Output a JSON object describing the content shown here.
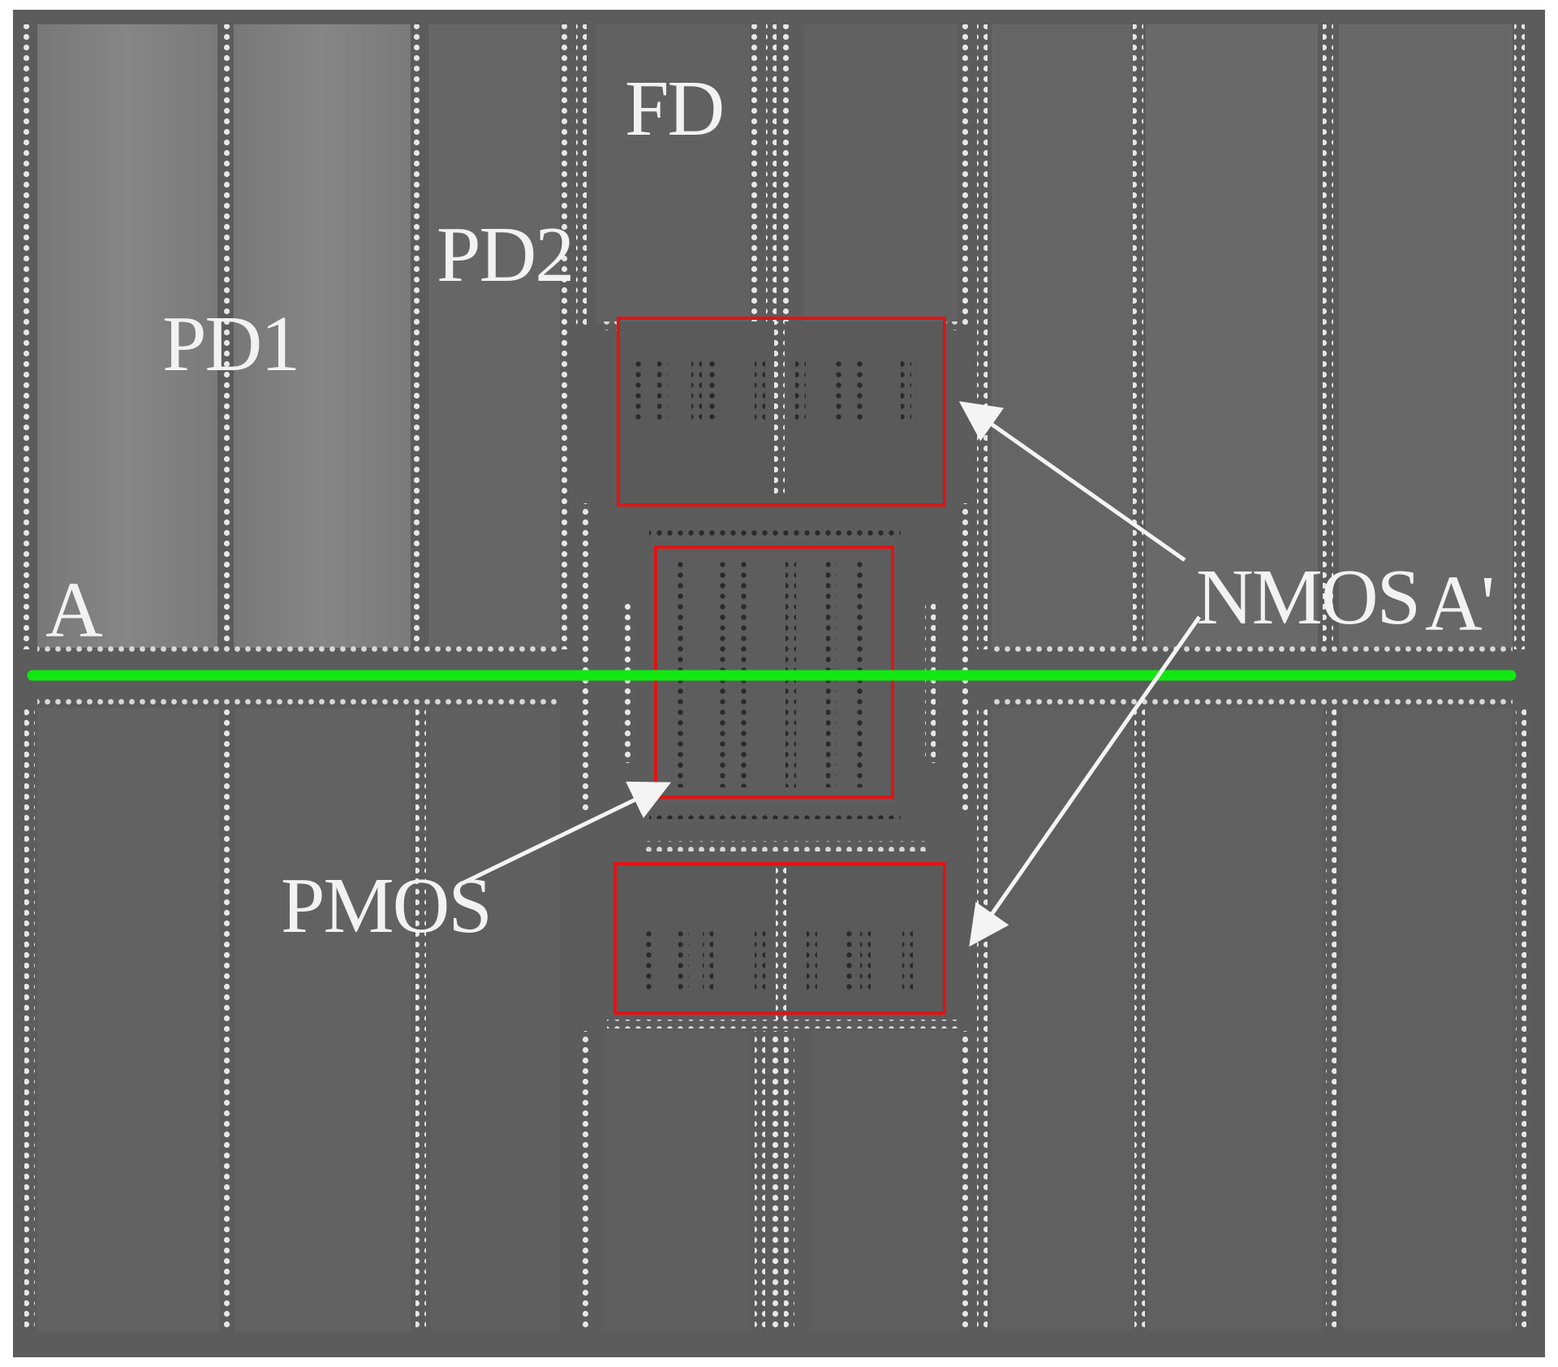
{
  "labels": {
    "fd": "FD",
    "pd1": "PD1",
    "pd2": "PD2",
    "nmos": "NMOS",
    "pmos": "PMOS",
    "a": "A",
    "a_prime": "A'"
  },
  "colors": {
    "background": "#ffffff",
    "chip": "#5c5c5c",
    "bright_region": "#7c7c7c",
    "region": "#676767",
    "dots": "#e6e6e6",
    "section_line": "#11e811",
    "highlight_box": "#e01414",
    "arrow": "#f4f4f4",
    "label_text": "#f2f2f2"
  }
}
